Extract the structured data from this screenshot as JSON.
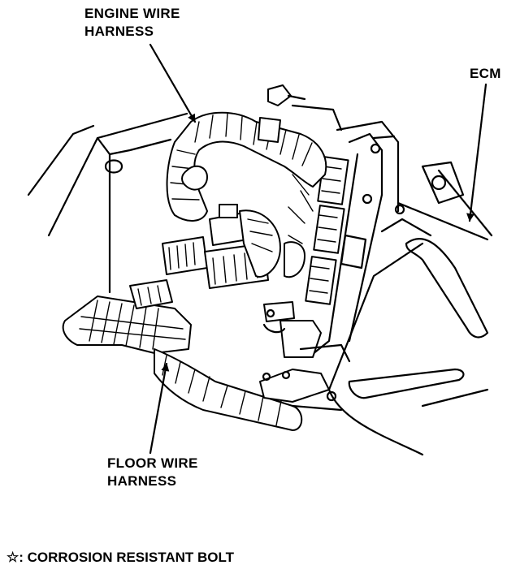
{
  "labels": {
    "engine_wire_harness": [
      "ENGINE WIRE",
      "HARNESS"
    ],
    "ecm": "ECM",
    "floor_wire_harness": [
      "FLOOR WIRE",
      "HARNESS"
    ]
  },
  "footnote": {
    "symbol": "☆",
    "text": ": CORROSION RESISTANT BOLT"
  }
}
